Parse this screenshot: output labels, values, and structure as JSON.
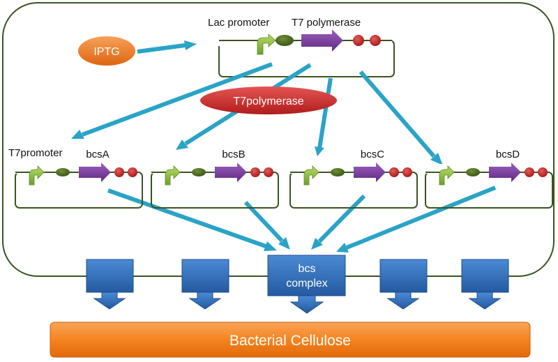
{
  "colors": {
    "arrow": "#2aa3c7",
    "cell_outline": "#3b5322",
    "promoter": "#8bbd3c",
    "rbs": "#4e6b24",
    "gene": "#7c3f9b",
    "terminator": "#c62828",
    "iptg": "#ef7a1e",
    "t7_protein": "#c62828",
    "complex": "#2f6fb8",
    "cellulose": "#f07c18"
  },
  "labels": {
    "lac_promoter": "Lac promoter",
    "t7_polymerase_gene": "T7 polymerase",
    "iptg": "IPTG",
    "t7_polymerase_protein": "T7polymerase",
    "t7_promoter": "T7promoter",
    "complex_line1": "bcs",
    "complex_line2": "complex",
    "bacterial_cellulose": "Bacterial Cellulose"
  },
  "plasmids": [
    {
      "gene": "bcsA"
    },
    {
      "gene": "bcsB"
    },
    {
      "gene": "bcsC"
    },
    {
      "gene": "bcsD"
    }
  ]
}
